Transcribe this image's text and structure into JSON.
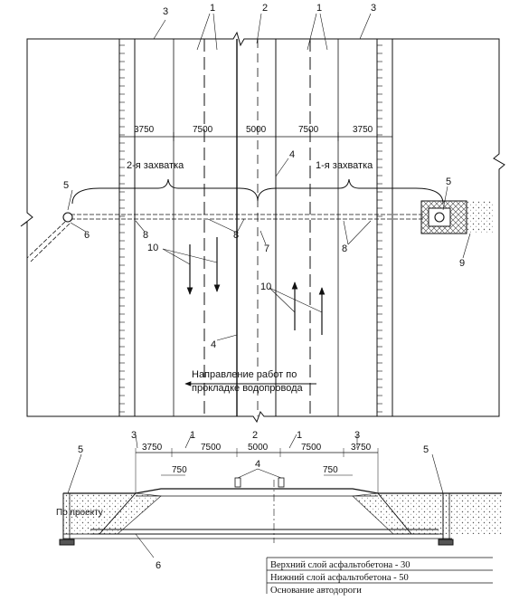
{
  "plan": {
    "callouts": {
      "c1": "1",
      "c2": "2",
      "c3": "3",
      "c4": "4",
      "c5": "5",
      "c6": "6",
      "c7": "7",
      "c8": "8",
      "c9": "9",
      "c10": "10"
    },
    "dimensions": [
      "3750",
      "7500",
      "5000",
      "7500",
      "3750"
    ],
    "stage_2": "2-я захватка",
    "stage_1": "1-я захватка",
    "direction_line1": "Направление работ по",
    "direction_line2": "прокладке водопровода"
  },
  "section": {
    "dimensions": [
      "3750",
      "7500",
      "5000",
      "7500",
      "3750"
    ],
    "edge_dims": [
      "750",
      "750"
    ],
    "callouts": {
      "c1": "1",
      "c2": "2",
      "c3": "3",
      "c4": "4",
      "c5": "5",
      "c6": "6"
    },
    "design_label": "По проекту",
    "legend": [
      "Верхний слой асфальтобетона - 30",
      "Нижний слой асфальтобетона - 50",
      "Основание автодороги"
    ]
  },
  "colors": {
    "ink": "#111111",
    "paper": "#ffffff",
    "fill_hatch": "#888888"
  }
}
